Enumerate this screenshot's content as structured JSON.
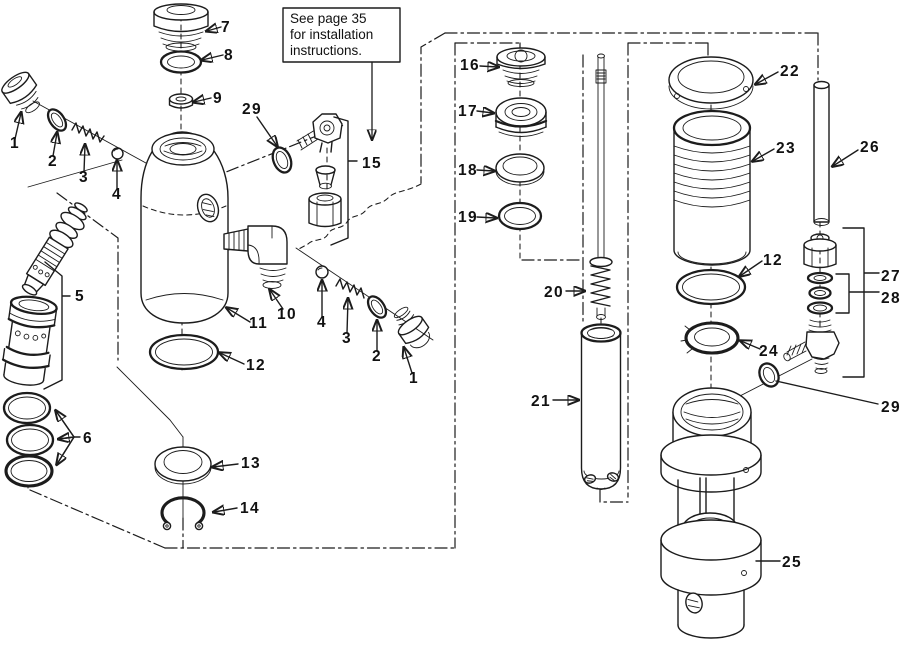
{
  "note_box": {
    "lines": [
      "See page 35",
      "for installation",
      "instructions."
    ]
  },
  "callouts": [
    {
      "label": "7"
    },
    {
      "label": "8"
    },
    {
      "label": "9"
    },
    {
      "label": "1"
    },
    {
      "label": "2"
    },
    {
      "label": "3"
    },
    {
      "label": "4"
    },
    {
      "label": "29"
    },
    {
      "label": "15"
    },
    {
      "label": "10"
    },
    {
      "label": "11"
    },
    {
      "label": "12"
    },
    {
      "label": "5"
    },
    {
      "label": "6"
    },
    {
      "label": "13"
    },
    {
      "label": "14"
    },
    {
      "label": "4"
    },
    {
      "label": "3"
    },
    {
      "label": "2"
    },
    {
      "label": "1"
    },
    {
      "label": "16"
    },
    {
      "label": "17"
    },
    {
      "label": "18"
    },
    {
      "label": "19"
    },
    {
      "label": "20"
    },
    {
      "label": "21"
    },
    {
      "label": "22"
    },
    {
      "label": "23"
    },
    {
      "label": "12"
    },
    {
      "label": "24"
    },
    {
      "label": "26"
    },
    {
      "label": "27"
    },
    {
      "label": "28"
    },
    {
      "label": "29"
    },
    {
      "label": "25"
    }
  ],
  "colors": {
    "ink": "#1c1c1c",
    "note_fill": "#d8d8d8",
    "paper": "#ffffff"
  }
}
